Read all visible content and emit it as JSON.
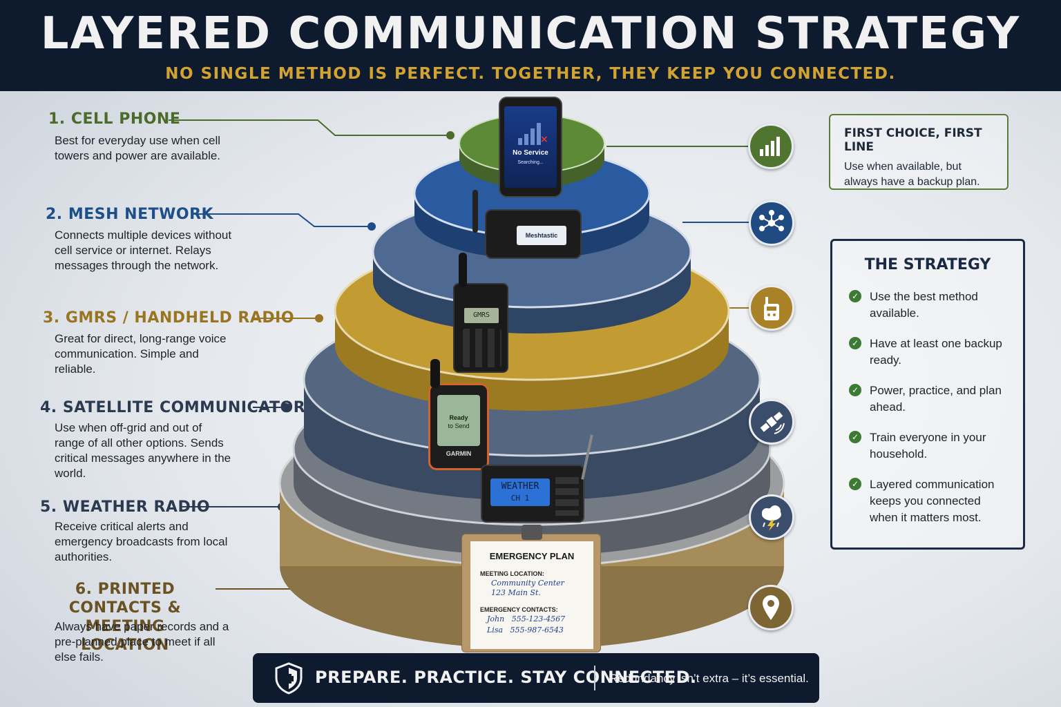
{
  "header": {
    "title": "LAYERED COMMUNICATION STRATEGY",
    "subtitle": "NO SINGLE METHOD IS PERFECT. TOGETHER, THEY KEEP YOU CONNECTED."
  },
  "layers": [
    {
      "title": "1. CELL PHONE",
      "desc": "Best for everyday use when cell towers and power are available.",
      "color": "#4b6b2a",
      "icon": "signal-bars-icon"
    },
    {
      "title": "2. MESH NETWORK",
      "desc": "Connects multiple devices without cell service or internet. Relays messages through the network.",
      "color": "#1d4e89",
      "icon": "network-nodes-icon"
    },
    {
      "title": "3. GMRS / HANDHELD RADIO",
      "desc": "Great for direct, long-range voice communication. Simple and reliable.",
      "color": "#9a7420",
      "icon": "handheld-radio-icon"
    },
    {
      "title": "4. SATELLITE COMMUNICATOR",
      "desc": "Use when off-grid and out of range of all other options. Sends critical messages anywhere in the world.",
      "color": "#2b3a50",
      "icon": "satellite-icon"
    },
    {
      "title": "5. WEATHER RADIO",
      "desc": "Receive critical alerts and emergency broadcasts from local authorities.",
      "color": "#2b3a50",
      "icon": "storm-cloud-icon"
    },
    {
      "title": "6. PRINTED CONTACTS & MEETING LOCATION",
      "desc": "Always have paper records and a pre-planned place to meet if all else fails.",
      "color": "#6a5222",
      "icon": "map-pin-icon"
    }
  ],
  "devices": {
    "phone_status": "No Service",
    "phone_searching": "Searching...",
    "mesh_screen": "Meshtastic",
    "gmrs_screen": "GMRS",
    "sat_screen_line1": "Ready",
    "sat_screen_line2": "to Send",
    "sat_brand": "GARMIN",
    "weather_line1": "WEATHER",
    "weather_line2": "CH 1"
  },
  "clipboard": {
    "title": "EMERGENCY PLAN",
    "meeting_label": "MEETING LOCATION:",
    "meeting_line1": "Community Center",
    "meeting_line2": "123 Main St.",
    "contacts_label": "EMERGENCY CONTACTS:",
    "contact1": "John   555-123-4567",
    "contact2": "Lisa   555-987-6543"
  },
  "first_choice": {
    "title": "FIRST CHOICE, FIRST LINE",
    "text": "Use when available, but always have a backup plan."
  },
  "strategy": {
    "title": "THE STRATEGY",
    "items": [
      "Use the best method available.",
      "Have at least one backup ready.",
      "Power, practice, and plan ahead.",
      "Train everyone in your household.",
      "Layered communication keeps you connected when it matters most."
    ]
  },
  "footer": {
    "main": "PREPARE. PRACTICE. STAY CONNECTED.",
    "sub": "Redundancy isn’t extra – it’s essential."
  },
  "colors": {
    "navy": "#0e1b2e",
    "green": "#5a7f36",
    "blue": "#24508c",
    "gold": "#c59a2c",
    "slate": "#4f6079",
    "gray": "#6b7078",
    "tan": "#a88e5a"
  }
}
